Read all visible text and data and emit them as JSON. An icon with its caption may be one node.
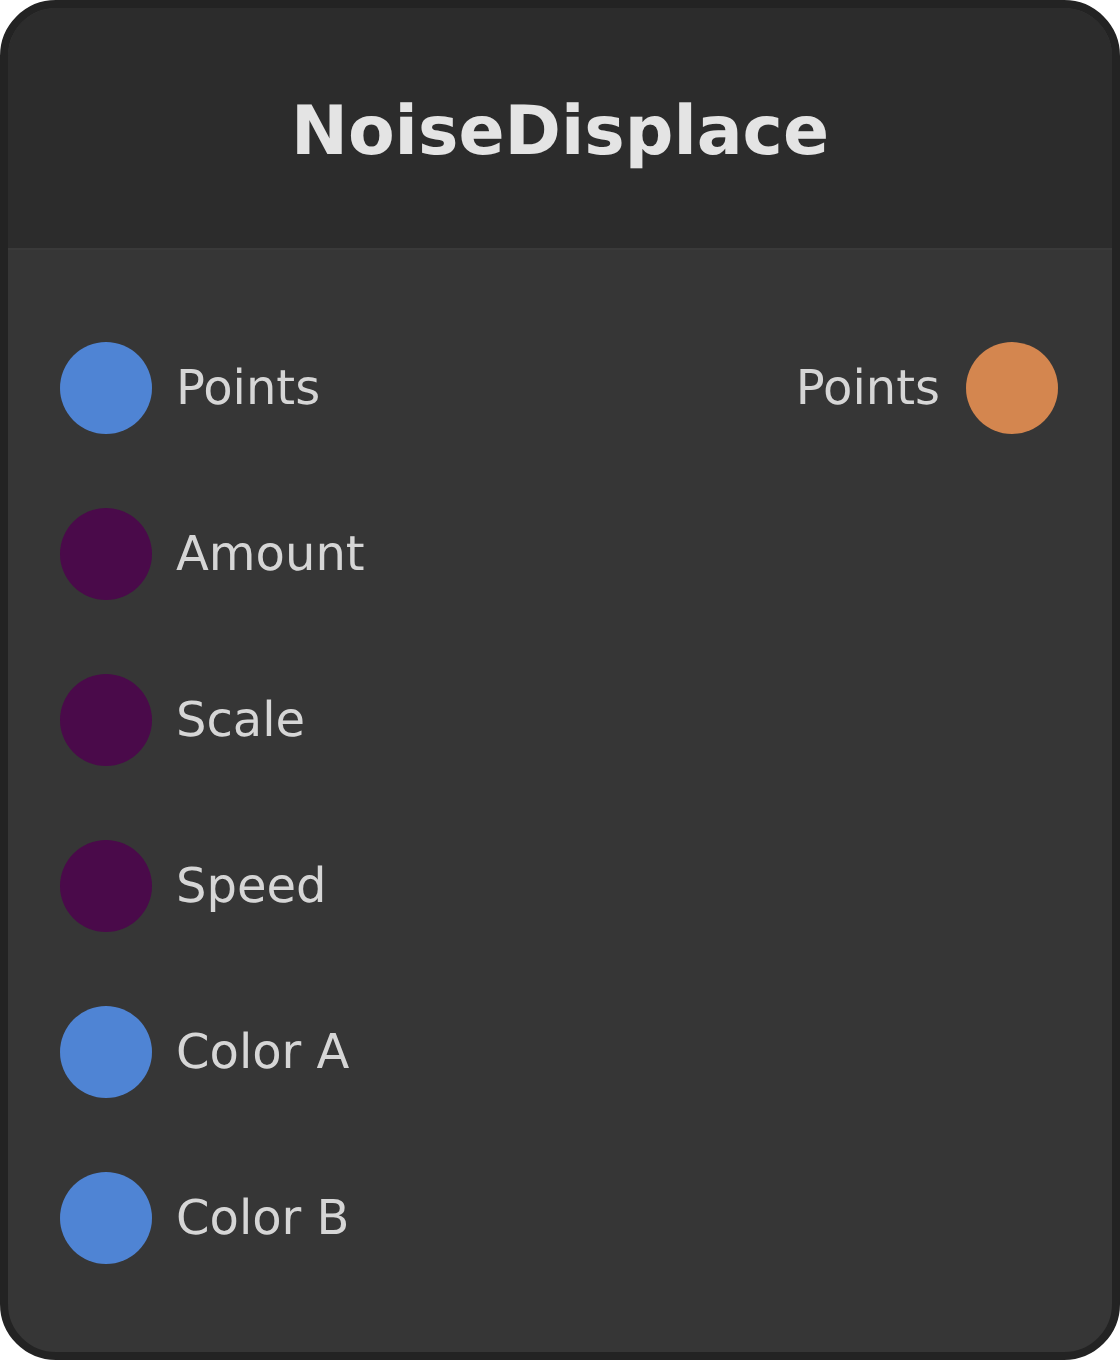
{
  "diagram": {
    "nodes": [
      {
        "text": [
          "NoiseDisplace"
        ]
      },
      {
        "text": [],
        "shape": "circle",
        "in": 0,
        "beside": [
          "Points"
        ]
      },
      {
        "text": [],
        "shape": "circle",
        "in": 0,
        "beside": [
          "Points"
        ]
      },
      {
        "text": [],
        "shape": "circle",
        "in": 0,
        "beside": [
          "Amount"
        ]
      },
      {
        "text": [],
        "shape": "circle",
        "in": 0,
        "beside": [
          "Scale"
        ]
      },
      {
        "text": [],
        "shape": "circle",
        "in": 0,
        "beside": [
          "Speed"
        ]
      },
      {
        "text": [],
        "shape": "circle",
        "in": 0,
        "beside": [
          "Color A"
        ]
      },
      {
        "text": [],
        "shape": "circle",
        "in": 0,
        "beside": [
          "Color B"
        ]
      }
    ]
  }
}
